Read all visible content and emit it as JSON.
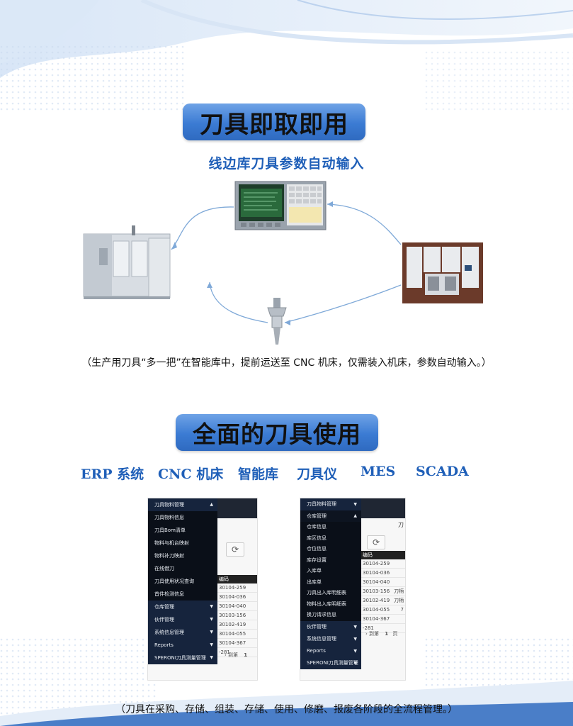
{
  "section1": {
    "title": "刀具即取即用",
    "subtitle": "线边库刀具参数自动输入",
    "caption": "（生产用刀具“多一把”在智能库中，提前运送至 CNC 机床，仅需装入机床，参数自动输入。）"
  },
  "section2": {
    "title": "全面的刀具使用",
    "systems": [
      "ERP 系统",
      "CNC 机床",
      "智能库",
      "刀具仪",
      "MES",
      "SCADA"
    ],
    "caption": "（刀具在采购、存储、组装、存储、使用、修磨、报废各阶段的全流程管理。）"
  },
  "menu_left": {
    "header": "刀具物料管理",
    "items": [
      "刀具物料信息",
      "刀具Bom清单",
      "物料与机台映射",
      "物料补刀映射",
      "在线借刀",
      "刀具使用状况查询",
      "首件检测信息"
    ],
    "groups": [
      "仓库管理",
      "伙伴管理",
      "系统信息管理",
      "Reports",
      "SPERONI刀具测量管理"
    ],
    "codes_header": "编码",
    "codes": [
      "30104-259",
      "30104-036",
      "30104-040",
      "30103-156",
      "30102-419",
      "30104-055",
      "30104-367",
      "-281"
    ],
    "pager": [
      "到第",
      "1"
    ]
  },
  "menu_right": {
    "header": "刀具物料管理",
    "group_open": "仓库管理",
    "items": [
      "仓库信息",
      "库区信息",
      "仓位信息",
      "库存设置",
      "入库单",
      "出库单",
      "刀具出入库明细表",
      "物料出入库明细表",
      "换刀请求信息"
    ],
    "groups": [
      "伙伴管理",
      "系统信息管理",
      "Reports",
      "SPERONI刀具测量管理"
    ],
    "col_text": "刀",
    "codes_header": "编码",
    "codes": [
      "30104-259",
      "30104-036",
      "30104-040",
      "30103-156",
      "30102-419",
      "30104-055",
      "30104-367",
      "-281"
    ],
    "code_tags": [
      "刀柄",
      "刀柄",
      "7"
    ],
    "pager": [
      "到第",
      "1",
      "页"
    ]
  },
  "colors": {
    "accent_blue": "#1f5fb8",
    "pill_blue": "#3b7bd3",
    "menu_dark": "#0d1420"
  }
}
